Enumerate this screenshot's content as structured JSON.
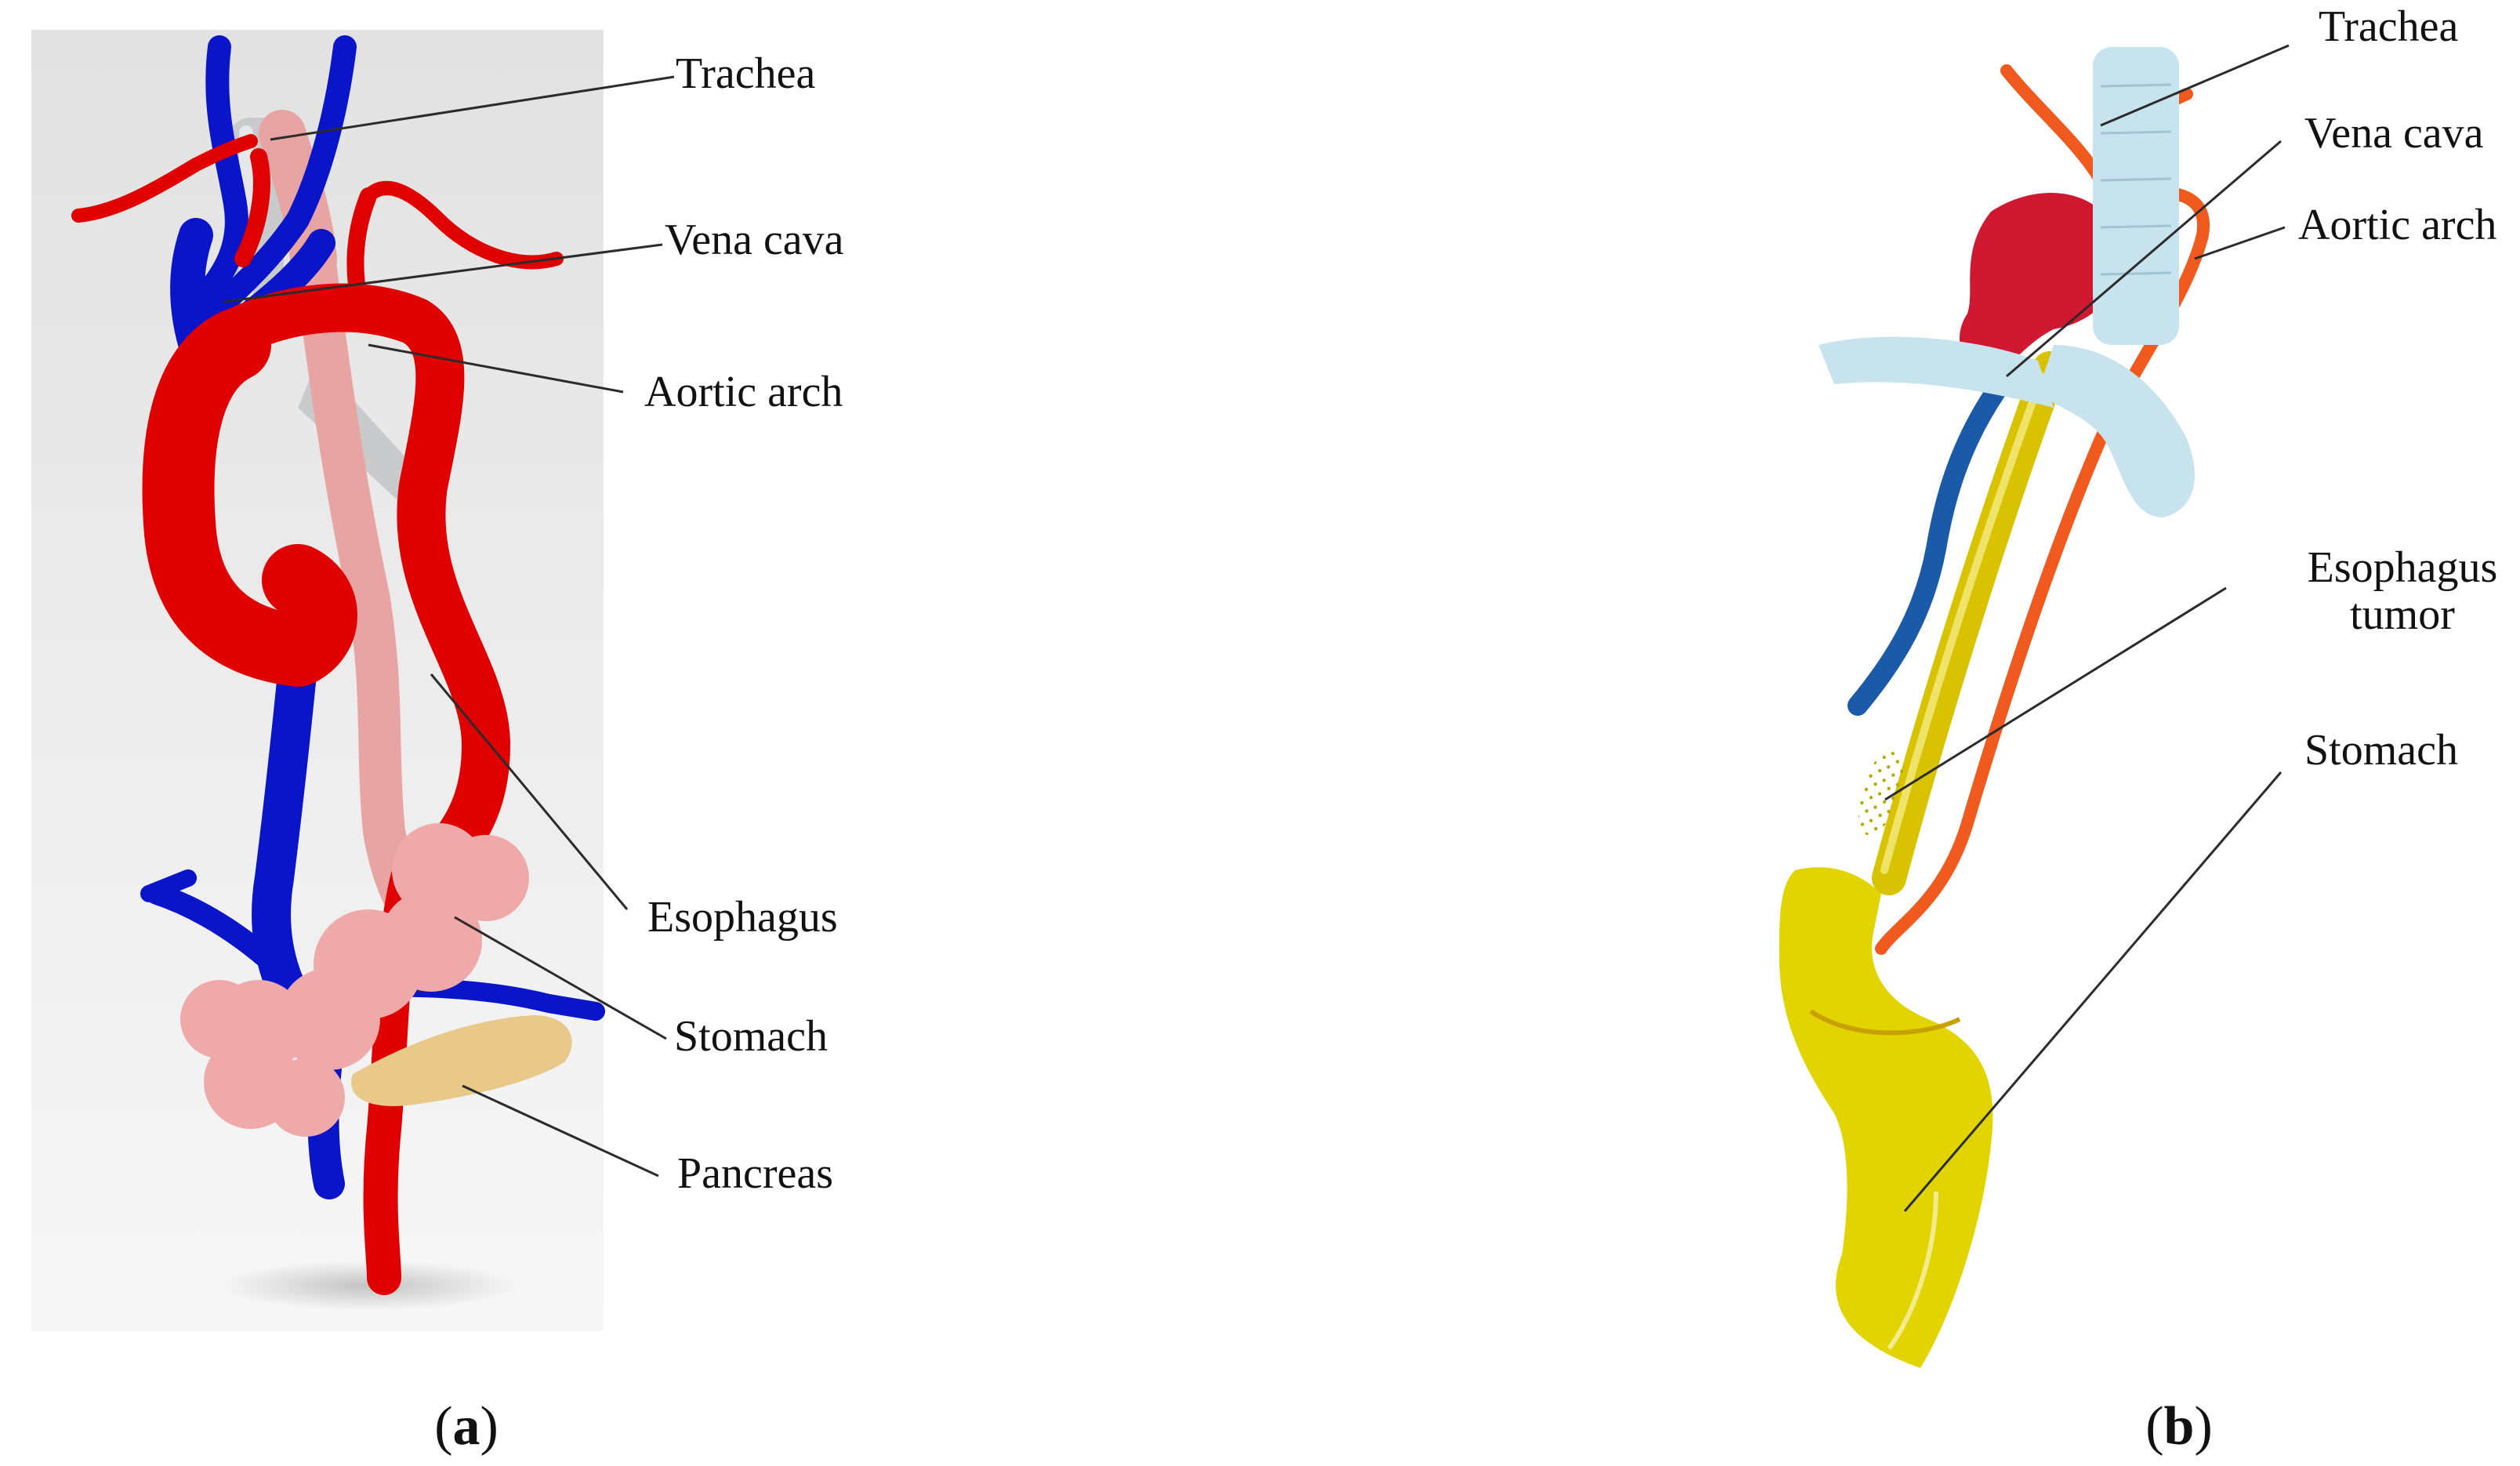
{
  "panel_a": {
    "labels": {
      "trachea": "Trachea",
      "vena_cava": "Vena cava",
      "aortic_arch": "Aortic arch",
      "esophagus": "Esophagus",
      "stomach": "Stomach",
      "pancreas": "Pancreas"
    },
    "caption_open": "(",
    "caption_letter": "a",
    "caption_close": ")"
  },
  "panel_b": {
    "labels": {
      "trachea": "Trachea",
      "vena_cava": "Vena cava",
      "aortic_arch": "Aortic arch",
      "esophagus_tumor_line1": "Esophagus",
      "esophagus_tumor_line2": "tumor",
      "stomach": "Stomach"
    },
    "caption_open": "(",
    "caption_letter": "b",
    "caption_close": ")"
  },
  "colors": {
    "artery": "#e00000",
    "vein": "#0a14c8",
    "trachea_a": "#c8cacc",
    "esophagus_a": "#e8a3a3",
    "stomach_a": "#efa9a9",
    "pancreas_a": "#e8c98a",
    "trachea_b": "#c7e3ee",
    "esophagus_b": "#d9c200",
    "stomach_b": "#e2d400",
    "artery_b": "#f05a1e",
    "vein_b": "#1a5aa8"
  }
}
